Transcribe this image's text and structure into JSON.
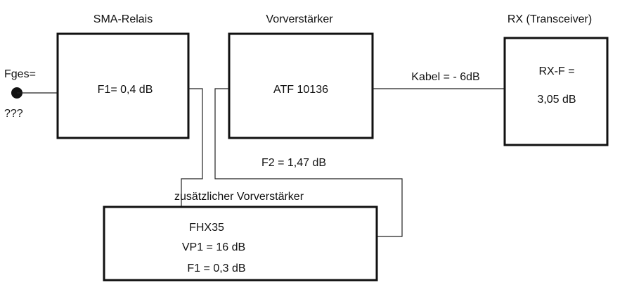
{
  "diagram": {
    "input": {
      "label_top": "Fges=",
      "label_bottom": "???"
    },
    "blocks": {
      "relay": {
        "title": "SMA-Relais",
        "text": "F1= 0,4 dB"
      },
      "preamp": {
        "title": "Vorverstärker",
        "text": "ATF 10136"
      },
      "receiver": {
        "title": "RX (Transceiver)",
        "line1": "RX-F =",
        "line2": "3,05 dB"
      },
      "extra_preamp": {
        "title": "zusätzlicher Vorverstärker",
        "line1": "FHX35",
        "line2": "VP1 = 16 dB",
        "line3": "F1 = 0,3 dB"
      }
    },
    "cable_label": "Kabel = - 6dB",
    "preamp_nf_label": "F2 = 1,47 dB"
  }
}
